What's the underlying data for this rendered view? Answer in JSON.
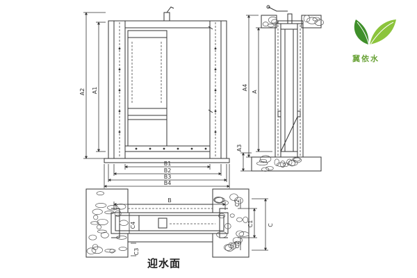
{
  "brand": {
    "name": "冀依水",
    "colors": {
      "leaf_dark": "#3f8f2a",
      "leaf_light": "#8cc43c",
      "text": "#6aa338"
    }
  },
  "caption": "迎水面",
  "front_view": {
    "dims": {
      "a2": "A2",
      "a1": "A1",
      "b1": "B1",
      "b2": "B2",
      "b3": "B3",
      "b4": "B4"
    }
  },
  "side_view": {
    "dims": {
      "a4": "A4",
      "a": "A",
      "a3": "A3"
    }
  },
  "plan_view": {
    "dims": {
      "b": "B",
      "c4": "C4",
      "c3": "C3",
      "c1": "C1",
      "c2_top": "C2",
      "c2_bottom": "C2",
      "c": "C"
    }
  },
  "colors": {
    "line": "#333333",
    "dash": "#444444",
    "stone": "#555555"
  }
}
